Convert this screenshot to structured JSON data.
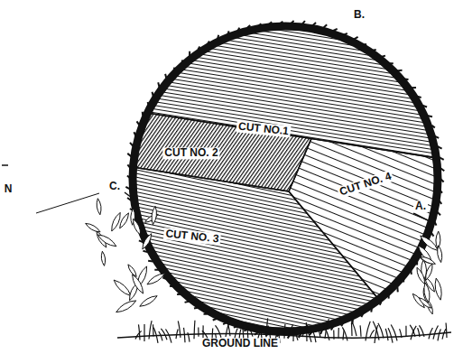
{
  "diagram": {
    "labels": [
      "B.",
      "CUT NO.1",
      "CUT NO. 2",
      "CUT NO. 4",
      "A.",
      "CUT NO. 3",
      "C.",
      "GROUND LINE",
      "N"
    ]
  }
}
